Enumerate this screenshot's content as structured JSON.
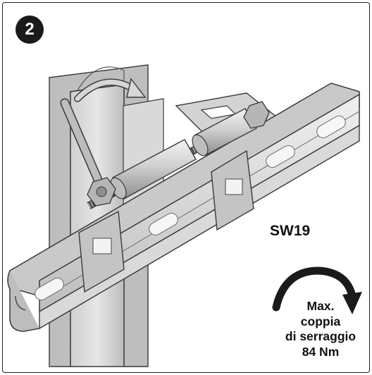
{
  "step_number": "2",
  "model_code": "SW19",
  "torque_note": {
    "line1": "Max.",
    "line2": "coppia",
    "line3": "di serraggio",
    "line4": "84 Nm"
  },
  "colors": {
    "metal_light": "#e2e2e2",
    "metal_mid": "#c8c8c8",
    "metal_dark": "#9a9a9a",
    "outline": "#3a3a3a",
    "arrow": "#1a1a1a"
  },
  "icons": {
    "step_badge": "number-badge",
    "rotation_arrow": "curved-arrow-icon",
    "torque_arrow": "curved-arrow-icon"
  }
}
